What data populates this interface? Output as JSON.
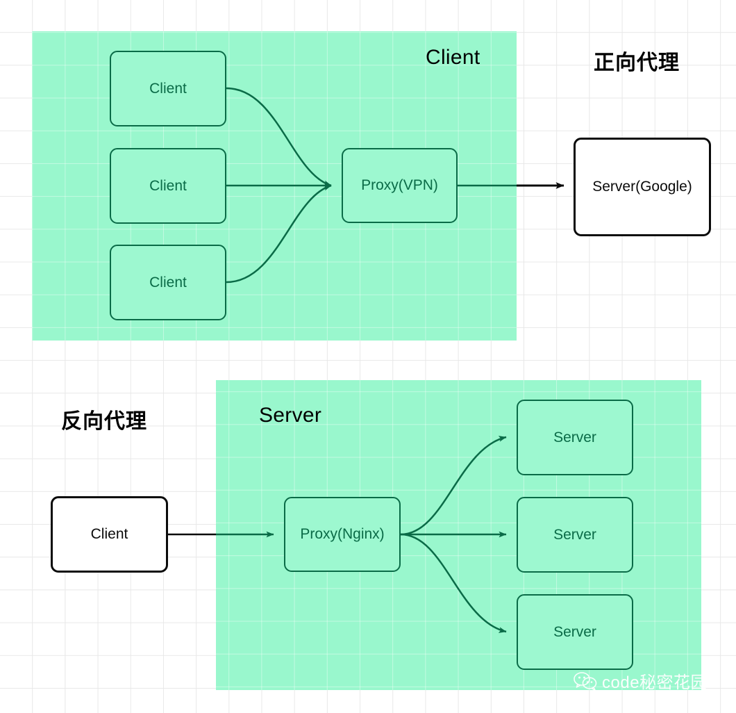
{
  "diagram": {
    "title_forward": "正向代理",
    "title_reverse": "反向代理",
    "panels": [
      {
        "key": "client_panel",
        "label": "Client"
      },
      {
        "key": "server_panel",
        "label": "Server"
      }
    ],
    "forward_proxy": {
      "section_label": "正向代理",
      "panel_label": "Client",
      "clients": [
        {
          "label": "Client"
        },
        {
          "label": "Client"
        },
        {
          "label": "Client"
        }
      ],
      "proxy": {
        "label": "Proxy(VPN)"
      },
      "target": {
        "label": "Server(Google)"
      }
    },
    "reverse_proxy": {
      "section_label": "反向代理",
      "panel_label": "Server",
      "client": {
        "label": "Client"
      },
      "proxy": {
        "label": "Proxy(Nginx)"
      },
      "servers": [
        {
          "label": "Server"
        },
        {
          "label": "Server"
        },
        {
          "label": "Server"
        }
      ]
    },
    "colors": {
      "panel_green": "#99f7cd",
      "node_green_fill": "#9df8d0",
      "node_green_stroke": "#0a6b47",
      "node_white_fill": "#ffffff",
      "node_black_stroke": "#0b0b0b",
      "grid_line": "#e8e8e8",
      "background": "#ffffff"
    }
  },
  "watermark": {
    "icon": "wechat-icon",
    "text": "code秘密花园"
  }
}
